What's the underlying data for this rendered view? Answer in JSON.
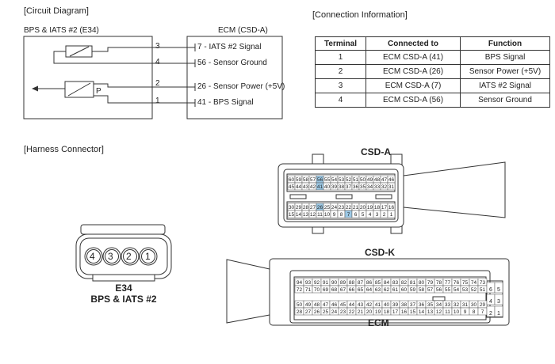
{
  "sections": {
    "circuit": "[Circuit Diagram]",
    "connection": "[Connection Information]",
    "harness": "[Harness Connector]"
  },
  "circuit": {
    "left_title": "BPS & IATS #2 (E34)",
    "right_title": "ECM (CSD-A)",
    "pins": [
      "3",
      "4",
      "2",
      "1"
    ],
    "sensor_letter": "P",
    "signals": [
      "7 - IATS #2 Signal",
      "56 - Sensor Ground",
      "26 - Sensor Power (+5V)",
      "41 - BPS Signal"
    ]
  },
  "table": {
    "headers": [
      "Terminal",
      "Connected to",
      "Function"
    ],
    "rows": [
      [
        "1",
        "ECM CSD-A (41)",
        "BPS Signal"
      ],
      [
        "2",
        "ECM CSD-A (26)",
        "Sensor Power (+5V)"
      ],
      [
        "3",
        "ECM CSD-A (7)",
        "IATS #2 Signal"
      ],
      [
        "4",
        "ECM CSD-A (56)",
        "Sensor Ground"
      ]
    ]
  },
  "harness": {
    "e34_pins": [
      "4",
      "3",
      "2",
      "1"
    ],
    "e34_code": "E34",
    "e34_name": "BPS & IATS #2",
    "csd_a_label": "CSD-A",
    "csd_k_label": "CSD-K",
    "ecm_label": "ECM",
    "csd_a_rows": [
      [
        "60",
        "59",
        "58",
        "57",
        "56",
        "55",
        "54",
        "53",
        "52",
        "51",
        "50",
        "49",
        "48",
        "47",
        "46"
      ],
      [
        "45",
        "44",
        "43",
        "42",
        "41",
        "40",
        "39",
        "38",
        "37",
        "36",
        "35",
        "34",
        "33",
        "32",
        "31"
      ],
      [
        "30",
        "29",
        "28",
        "27",
        "26",
        "25",
        "24",
        "23",
        "22",
        "21",
        "20",
        "19",
        "18",
        "17",
        "16"
      ],
      [
        "15",
        "14",
        "13",
        "12",
        "11",
        "10",
        "9",
        "8",
        "7",
        "6",
        "5",
        "4",
        "3",
        "2",
        "1"
      ]
    ],
    "csd_a_highlight": [
      "56",
      "41",
      "26",
      "7"
    ],
    "highlight_color": "#9cc9e6",
    "csd_k_rows": [
      [
        "94",
        "93",
        "92",
        "91",
        "90",
        "89",
        "88",
        "87",
        "86",
        "85",
        "84",
        "83",
        "82",
        "81",
        "80",
        "79",
        "78",
        "77",
        "76",
        "75",
        "74",
        "73"
      ],
      [
        "72",
        "71",
        "70",
        "69",
        "68",
        "67",
        "66",
        "65",
        "64",
        "63",
        "62",
        "61",
        "60",
        "59",
        "58",
        "57",
        "56",
        "55",
        "54",
        "53",
        "52",
        "51"
      ],
      [
        "50",
        "49",
        "48",
        "47",
        "46",
        "45",
        "44",
        "43",
        "42",
        "41",
        "40",
        "39",
        "38",
        "37",
        "36",
        "35",
        "34",
        "33",
        "32",
        "31",
        "30",
        "29"
      ],
      [
        "28",
        "27",
        "26",
        "25",
        "24",
        "23",
        "22",
        "21",
        "20",
        "19",
        "18",
        "17",
        "16",
        "15",
        "14",
        "13",
        "12",
        "11",
        "10",
        "9",
        "8",
        "7"
      ]
    ],
    "csd_k_side": [
      [
        "6",
        "5"
      ],
      [
        "4",
        "3"
      ],
      [
        "2",
        "1"
      ]
    ]
  }
}
